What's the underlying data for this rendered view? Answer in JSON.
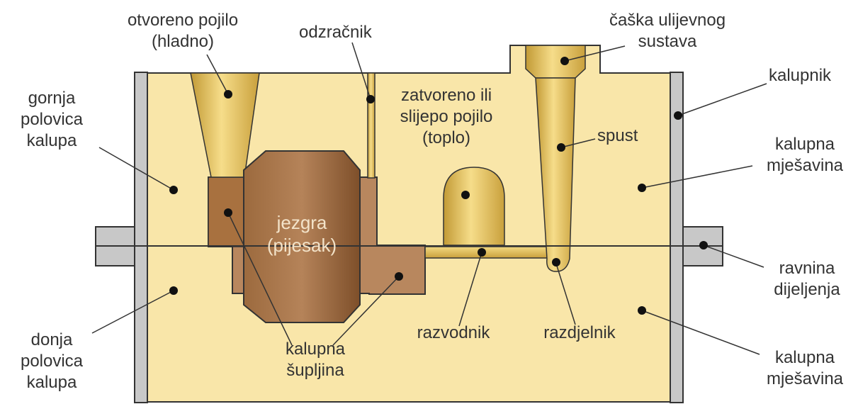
{
  "labels": {
    "open_feeder": [
      "otvoreno pojilo",
      "(hladno)"
    ],
    "vent": "odzračnik",
    "pouring_cup": [
      "čaška ulijevnog",
      "sustava"
    ],
    "flask": "kalupnik",
    "upper_half": [
      "gornja",
      "polovica",
      "kalupa"
    ],
    "closed_feeder": [
      "zatvoreno ili",
      "slijepo pojilo",
      "(toplo)"
    ],
    "sprue": "spust",
    "molding_mix_top": [
      "kalupna",
      "mješavina"
    ],
    "core": [
      "jezgra",
      "(pijesak)"
    ],
    "parting_plane": [
      "ravnina",
      "dijeljenja"
    ],
    "lower_half": [
      "donja",
      "polovica",
      "kalupa"
    ],
    "cavity": [
      "kalupna",
      "šupljina"
    ],
    "runner": "razvodnik",
    "distributor": "razdjelnik",
    "molding_mix_bottom": [
      "kalupna",
      "mješavina"
    ]
  },
  "colors": {
    "sand": "#f9e6a9",
    "flask": "#bfbfbf",
    "core": "#9c6838",
    "cavity": "#b8875e",
    "metal_gold": "#d9b24a",
    "outline": "#222222"
  }
}
